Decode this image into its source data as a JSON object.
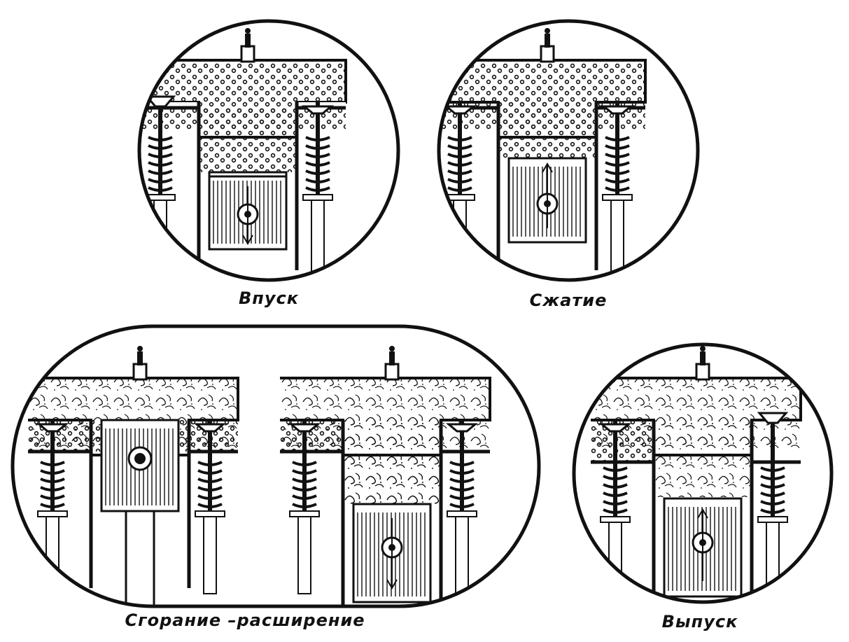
{
  "captions": {
    "intake": "Впуск",
    "compression": "Сжатие",
    "combustion": "Сгорание –расширение",
    "exhaust": "Выпуск"
  },
  "colors": {
    "ink": "#111111",
    "paper": "#ffffff"
  },
  "stages": [
    {
      "key": "intake",
      "gas": "dots",
      "piston": "low",
      "motion": "down",
      "valves": "left-open"
    },
    {
      "key": "compression",
      "gas": "dots",
      "piston": "high",
      "motion": "up",
      "valves": "closed"
    },
    {
      "key": "combustion-ignition",
      "gas": "swirl",
      "piston": "top",
      "motion": "none",
      "valves": "closed"
    },
    {
      "key": "combustion-expansion",
      "gas": "swirl",
      "piston": "low",
      "motion": "down",
      "valves": "closed"
    },
    {
      "key": "exhaust",
      "gas": "swirl",
      "piston": "high",
      "motion": "up",
      "valves": "right-open"
    }
  ]
}
